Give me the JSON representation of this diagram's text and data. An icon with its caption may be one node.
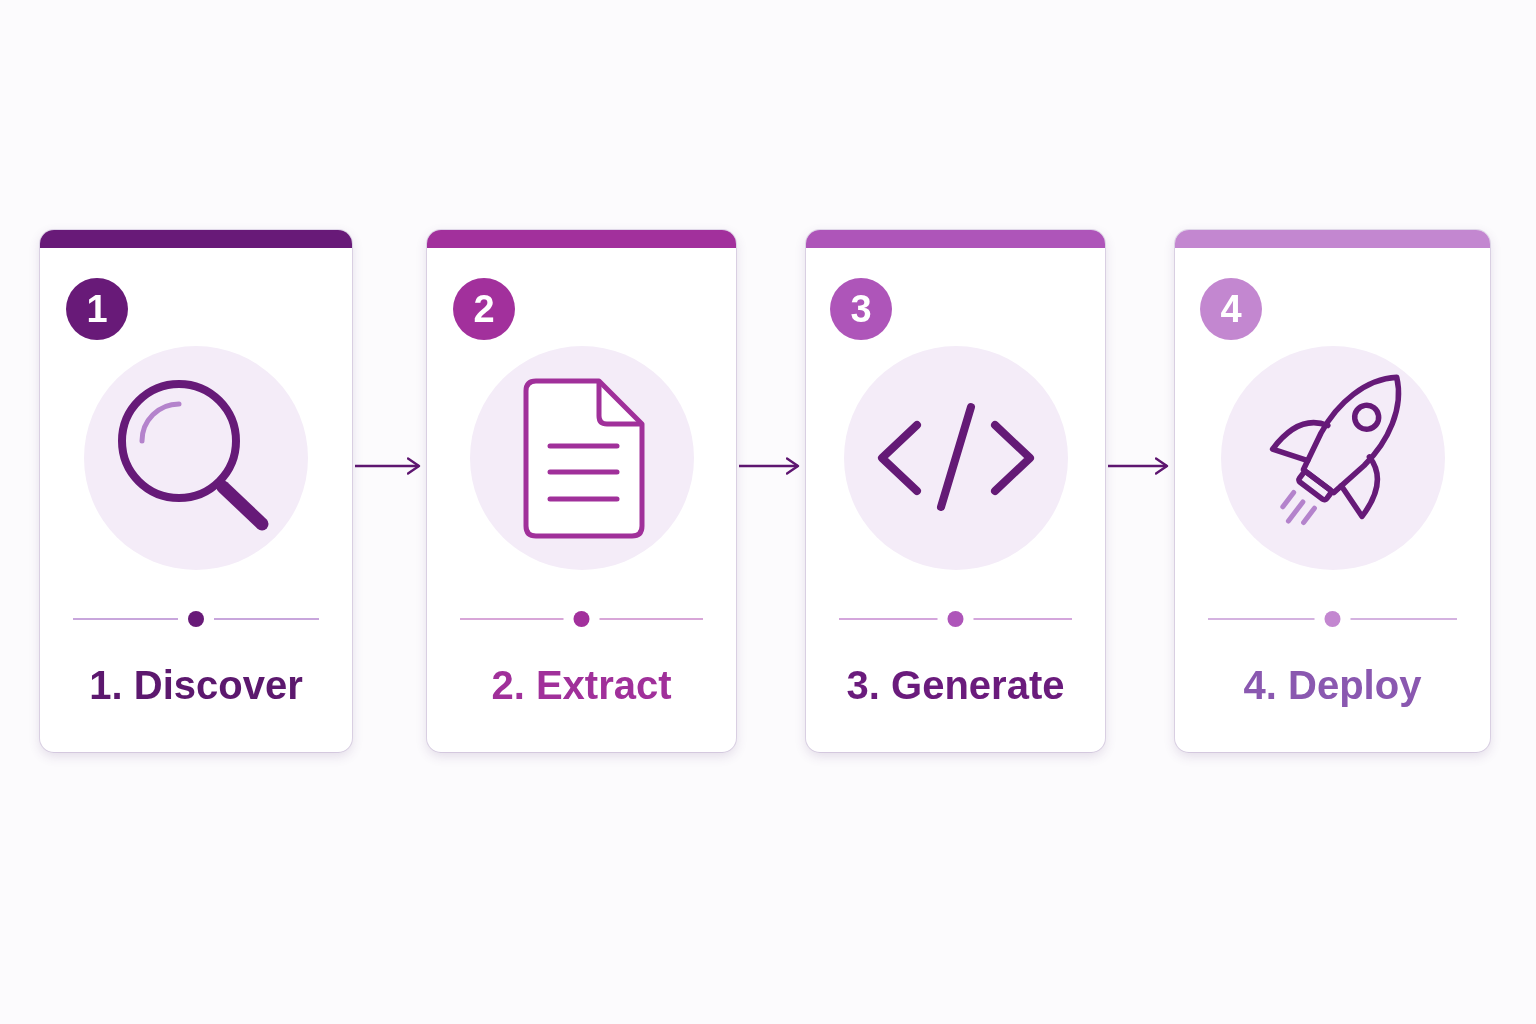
{
  "diagram": {
    "nodes": [
      {
        "text": [
          "1. Discover"
        ]
      },
      {
        "text": [
          "1"
        ],
        "in": 0
      },
      {
        "text": [
          "2. Extract"
        ]
      },
      {
        "text": [
          "2"
        ],
        "in": 2
      },
      {
        "text": [
          "3. Generate"
        ]
      },
      {
        "text": [
          "3"
        ],
        "in": 4
      },
      {
        "text": [
          "4. Deploy"
        ]
      },
      {
        "text": [
          "4"
        ],
        "in": 6
      }
    ],
    "edges": [
      {
        "from": 0,
        "to": 2,
        "arrow": "to"
      },
      {
        "from": 2,
        "to": 4,
        "arrow": "to"
      },
      {
        "from": 4,
        "to": 6,
        "arrow": "to"
      }
    ]
  }
}
